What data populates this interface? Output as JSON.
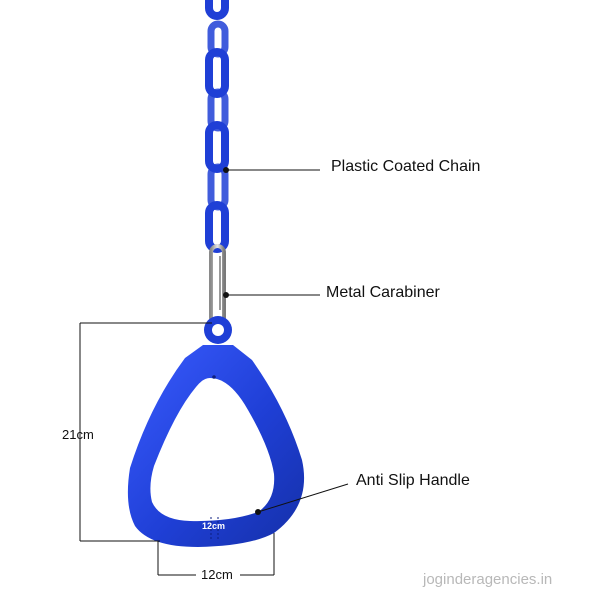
{
  "product": {
    "color": "#1f3fd6",
    "labels": {
      "chain": "Plastic Coated Chain",
      "carabiner": "Metal Carabiner",
      "handle": "Anti Slip Handle"
    },
    "dimensions": {
      "height": "21cm",
      "width": "12cm",
      "inner_width": "12cm"
    }
  },
  "watermark": "joginderagencies.in"
}
